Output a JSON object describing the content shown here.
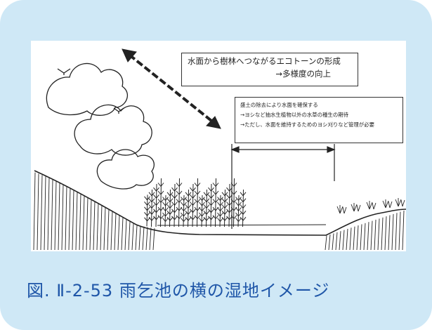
{
  "figure": {
    "caption": "図. Ⅱ-2-53  雨乞池の横の湿地イメージ"
  },
  "notes": {
    "ecotone_line1": "水面から樹林へつながるエコトーンの形成",
    "ecotone_line2": "→多様度の向上",
    "mgmt_line1": "盛土の除去により水面を確保する",
    "mgmt_line2": "→ヨシなど抽水生植物以外の水草の種生の期待",
    "mgmt_line3": "→ただし、水面を維持するためのヨシ刈りなど管理が必要"
  },
  "colors": {
    "frame_background": "#cfe8f6",
    "caption_text": "#1f56a8",
    "sketch_ink": "#222222"
  }
}
